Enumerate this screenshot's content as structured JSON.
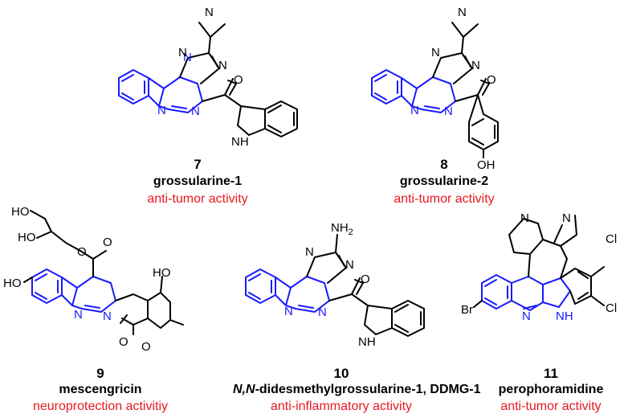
{
  "compounds": [
    {
      "number": "7",
      "name": "grossularine-1",
      "activity": "anti-tumor activity"
    },
    {
      "number": "8",
      "name": "grossularine-2",
      "activity": "anti-tumor activity"
    },
    {
      "number": "9",
      "name": "mescengricin",
      "activity": "neuroprotection activitiy"
    },
    {
      "number": "10",
      "name_prefix": "N,N",
      "name": "-didesmethylgrossularine-1, DDMG-1",
      "activity": "anti-inflammatory activity"
    },
    {
      "number": "11",
      "name": "perophoramidine",
      "activity": "anti-tumor activity"
    }
  ],
  "atom_labels": {
    "N": "N",
    "O": "O",
    "NH": "NH",
    "OH": "OH",
    "HO": "HO",
    "Br": "Br",
    "Cl": "Cl",
    "NH2": "NH",
    "sub2": "2"
  },
  "colors": {
    "scaffold": "#1a1aff",
    "activity": "#e8191f",
    "text": "#000000"
  }
}
